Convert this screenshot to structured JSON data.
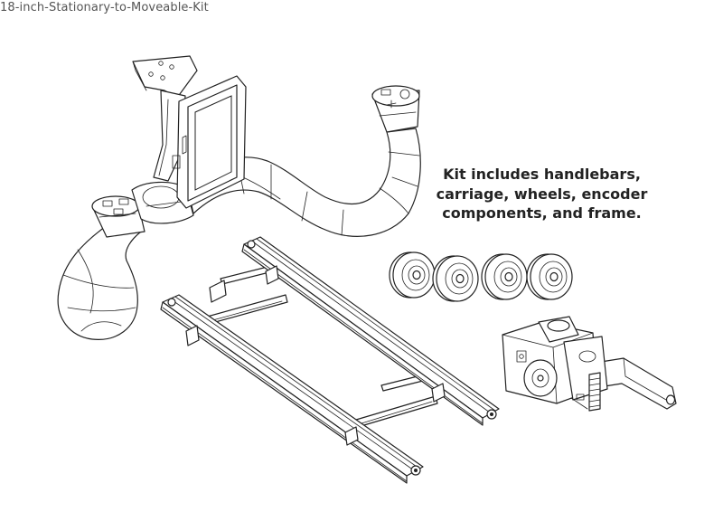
{
  "header": {
    "title": "18-inch-Stationary-to-Moveable-Kit"
  },
  "caption": {
    "lines": [
      "Kit includes handlebars,",
      "carriage, wheels, encoder",
      "components, and frame."
    ]
  },
  "icons": {
    "handlebar_assembly": "handlebar-assembly-illustration",
    "frame": "carriage-frame-illustration",
    "wheels": "wheel-set-illustration",
    "encoder": "encoder-component-illustration"
  },
  "colors": {
    "line": "#222222",
    "background": "#ffffff",
    "title_text": "#555555",
    "caption_text": "#222222"
  }
}
